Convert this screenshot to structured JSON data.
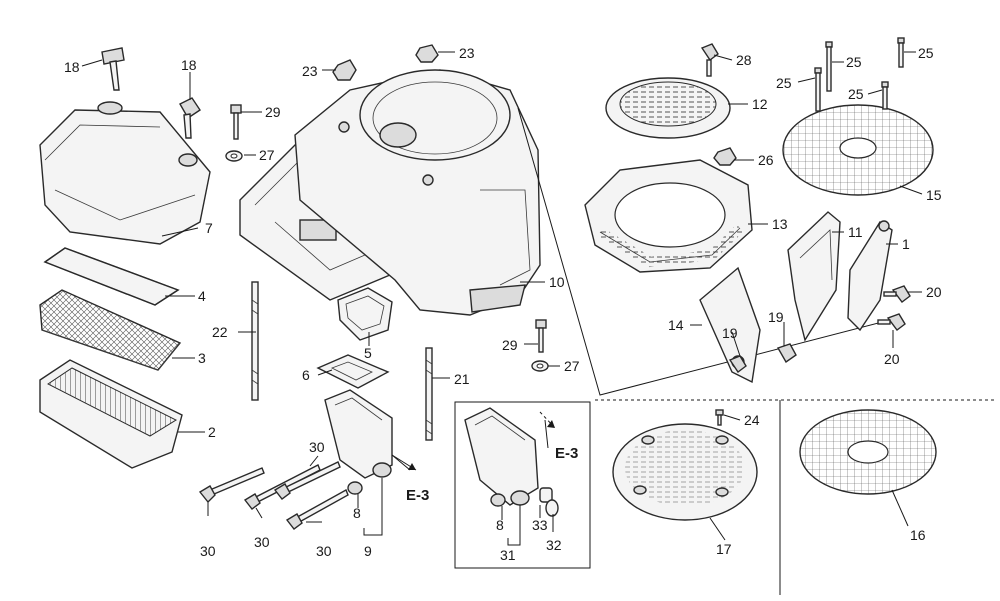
{
  "diagram": {
    "callouts": {
      "c1": "1",
      "c2": "2",
      "c3": "3",
      "c4": "4",
      "c5": "5",
      "c6": "6",
      "c7": "7",
      "c8a": "8",
      "c8b": "8",
      "c9": "9",
      "c10": "10",
      "c11": "11",
      "c12": "12",
      "c13": "13",
      "c14": "14",
      "c15": "15",
      "c16": "16",
      "c17": "17",
      "c18a": "18",
      "c18b": "18",
      "c19a": "19",
      "c19b": "19",
      "c20a": "20",
      "c20b": "20",
      "c21": "21",
      "c22": "22",
      "c23a": "23",
      "c23b": "23",
      "c24": "24",
      "c25a": "25",
      "c25b": "25",
      "c25c": "25",
      "c25d": "25",
      "c26": "26",
      "c27a": "27",
      "c27b": "27",
      "c28": "28",
      "c29a": "29",
      "c29b": "29",
      "c30a": "30",
      "c30b": "30",
      "c30c": "30",
      "c30d": "30",
      "c31": "31",
      "c32": "32",
      "c33": "33"
    },
    "references": {
      "e3a": "E-3",
      "e3b": "E-3"
    }
  }
}
